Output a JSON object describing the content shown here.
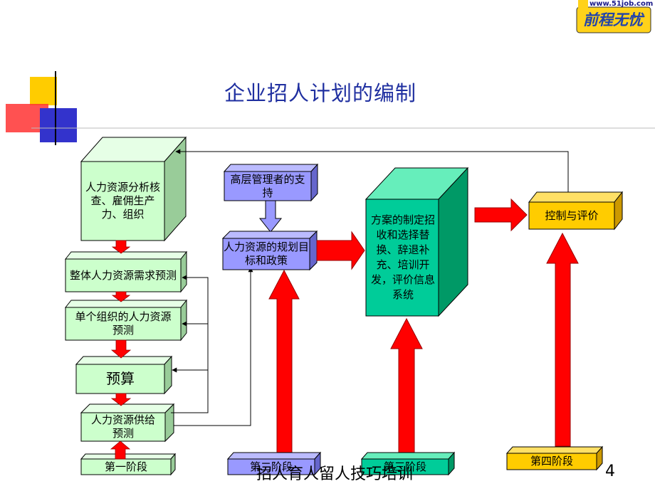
{
  "header": {
    "logo_url": "www.51job.com",
    "logo_name": "前程无忧"
  },
  "title": "企业招人计划的编制",
  "boxes": {
    "analysis": "人力资源分析核查、雇佣生产力、组织",
    "demand": "整体人力资源需求预测",
    "unit": "单个组织的人力资源预测",
    "budget": "预算",
    "supply": "人力资源供给预测",
    "stage1": "第一阶段",
    "support": "高层管理者的支持",
    "policy": "人力资源的规划目标和政策",
    "stage2": "第二阶段",
    "plan": "方案的制定招收和选择替换、辞退补充、培训开发，评价信息系统",
    "stage3": "第三阶段",
    "control": "控制与评价",
    "stage4": "第四阶段"
  },
  "footer": "招人育人留人技巧培训",
  "page_number": "4",
  "colors": {
    "green_light": "#ccffcc",
    "lavender": "#9999ff",
    "teal": "#00cc99",
    "yellow": "#ffcc00",
    "arrow_red": "#ff0000",
    "title_blue": "#1f2fa0"
  }
}
